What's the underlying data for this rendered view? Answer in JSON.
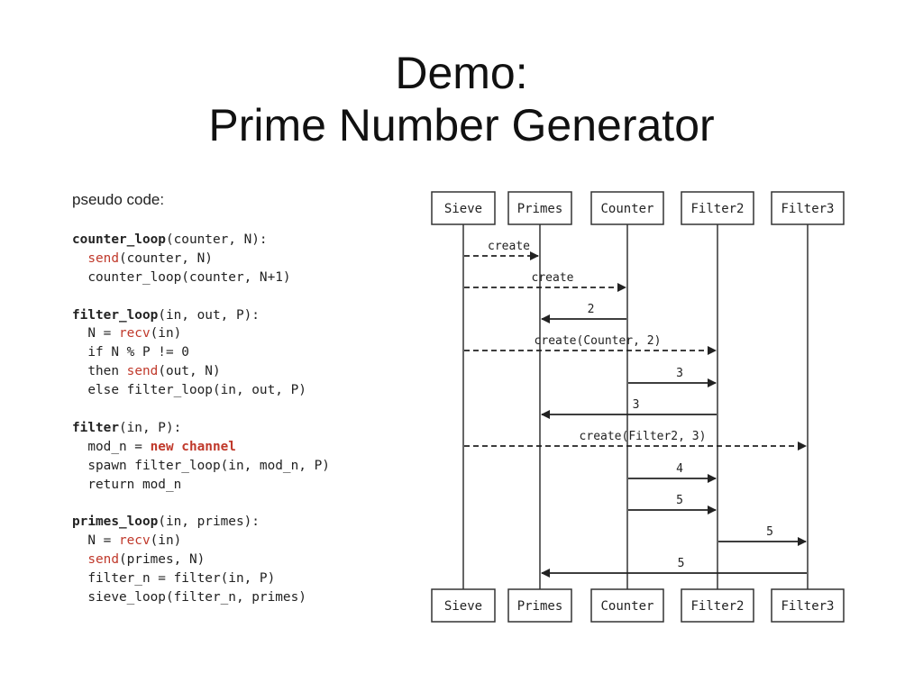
{
  "title": {
    "line1": "Demo:",
    "line2": "Prime Number Generator"
  },
  "code_label": "pseudo code:",
  "code_lines": [
    [
      {
        "t": "counter_loop",
        "c": "b"
      },
      {
        "t": "(counter, N):"
      }
    ],
    [
      {
        "t": "  "
      },
      {
        "t": "send",
        "c": "kw"
      },
      {
        "t": "(counter, N)"
      }
    ],
    [
      {
        "t": "  counter_loop(counter, N+1)"
      }
    ],
    [],
    [
      {
        "t": "filter_loop",
        "c": "b"
      },
      {
        "t": "(in, out, P):"
      }
    ],
    [
      {
        "t": "  N = "
      },
      {
        "t": "recv",
        "c": "kw"
      },
      {
        "t": "(in)"
      }
    ],
    [
      {
        "t": "  if N % P != 0"
      }
    ],
    [
      {
        "t": "  then "
      },
      {
        "t": "send",
        "c": "kw"
      },
      {
        "t": "(out, N)"
      }
    ],
    [
      {
        "t": "  else filter_loop(in, out, P)"
      }
    ],
    [],
    [
      {
        "t": "filter",
        "c": "b"
      },
      {
        "t": "(in, P):"
      }
    ],
    [
      {
        "t": "  mod_n = "
      },
      {
        "t": "new channel",
        "c": "kwb"
      }
    ],
    [
      {
        "t": "  spawn filter_loop(in, mod_n, P)"
      }
    ],
    [
      {
        "t": "  return mod_n"
      }
    ],
    [],
    [
      {
        "t": "primes_loop",
        "c": "b"
      },
      {
        "t": "(in, primes):"
      }
    ],
    [
      {
        "t": "  N = "
      },
      {
        "t": "recv",
        "c": "kw"
      },
      {
        "t": "(in)"
      }
    ],
    [
      {
        "t": "  "
      },
      {
        "t": "send",
        "c": "kw"
      },
      {
        "t": "(primes, N)"
      }
    ],
    [
      {
        "t": "  filter_n = filter(in, P)"
      }
    ],
    [
      {
        "t": "  sieve_loop(filter_n, primes)"
      }
    ]
  ],
  "diagram": {
    "actors": [
      "Sieve",
      "Primes",
      "Counter",
      "Filter2",
      "Filter3"
    ],
    "messages": [
      {
        "from": "Sieve",
        "to": "Primes",
        "label": "create",
        "dashed": true
      },
      {
        "from": "Sieve",
        "to": "Counter",
        "label": "create",
        "dashed": true
      },
      {
        "from": "Counter",
        "to": "Primes",
        "label": "2",
        "dashed": false
      },
      {
        "from": "Sieve",
        "to": "Filter2",
        "label": "create(Counter, 2)",
        "dashed": true
      },
      {
        "from": "Counter",
        "to": "Filter2",
        "label": "3",
        "dashed": false
      },
      {
        "from": "Filter2",
        "to": "Primes",
        "label": "3",
        "dashed": false
      },
      {
        "from": "Sieve",
        "to": "Filter3",
        "label": "create(Filter2, 3)",
        "dashed": true
      },
      {
        "from": "Counter",
        "to": "Filter2",
        "label": "4",
        "dashed": false
      },
      {
        "from": "Counter",
        "to": "Filter2",
        "label": "5",
        "dashed": false
      },
      {
        "from": "Filter2",
        "to": "Filter3",
        "label": "5",
        "dashed": false
      },
      {
        "from": "Filter3",
        "to": "Primes",
        "label": "5",
        "dashed": false
      }
    ]
  }
}
